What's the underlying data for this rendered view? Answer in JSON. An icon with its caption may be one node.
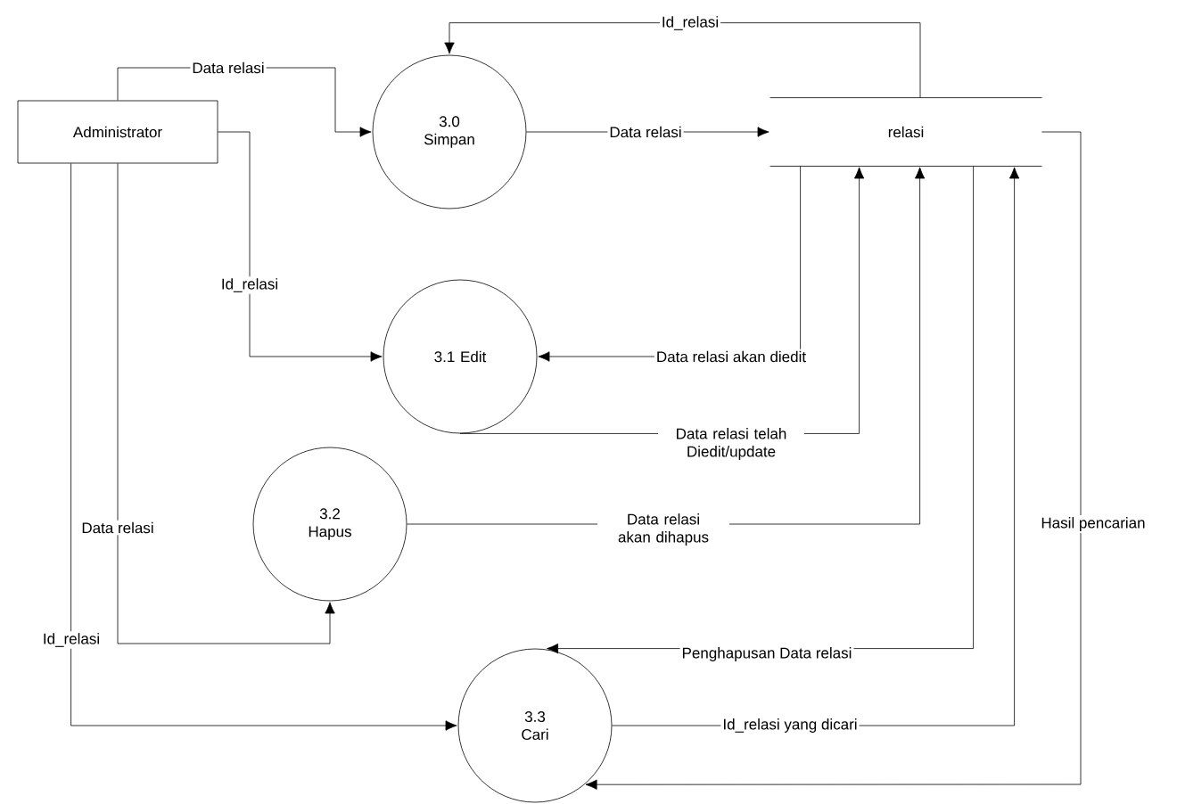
{
  "diagram": {
    "nodes": [
      {
        "text": [
          "Administrator"
        ]
      },
      {
        "text": [
          "3.0 Simpan"
        ]
      },
      {
        "text": [
          "relasi"
        ]
      },
      {
        "text": [
          "3.1 Edit"
        ]
      },
      {
        "text": [
          "3.2 Hapus"
        ]
      },
      {
        "text": [
          "3.3 Cari"
        ]
      }
    ],
    "edges": [
      {
        "from": 0,
        "to": 1,
        "arrow": "to",
        "label": "Data relasi"
      },
      {
        "from": 1,
        "to": 2,
        "arrow": "to",
        "label": "Data relasi"
      },
      {
        "from": 2,
        "to": 1,
        "arrow": "to",
        "label": "Id_relasi"
      },
      {
        "from": 0,
        "to": 3,
        "arrow": "to",
        "label": "Id_relasi"
      },
      {
        "from": 2,
        "to": 3,
        "arrow": "to",
        "label": "Data relasi akan diedit"
      },
      {
        "from": 3,
        "to": 2,
        "arrow": "to",
        "label": "Data relasi telah Diedit/update"
      },
      {
        "from": 4,
        "to": 2,
        "arrow": "to",
        "label": "Data relasi akan dihapus"
      },
      {
        "from": 0,
        "to": 4,
        "arrow": "to",
        "label": "Data relasi"
      },
      {
        "from": 0,
        "to": 5,
        "arrow": "to",
        "label": "Id_relasi"
      },
      {
        "from": 2,
        "to": 5,
        "arrow": "to",
        "label": "Penghapusan Data relasi"
      },
      {
        "from": 5,
        "to": 2,
        "arrow": "to",
        "label": "Id_relasi yang dicari"
      },
      {
        "from": 2,
        "to": 5,
        "arrow": "to",
        "label": "Hasil pencarian"
      }
    ]
  }
}
